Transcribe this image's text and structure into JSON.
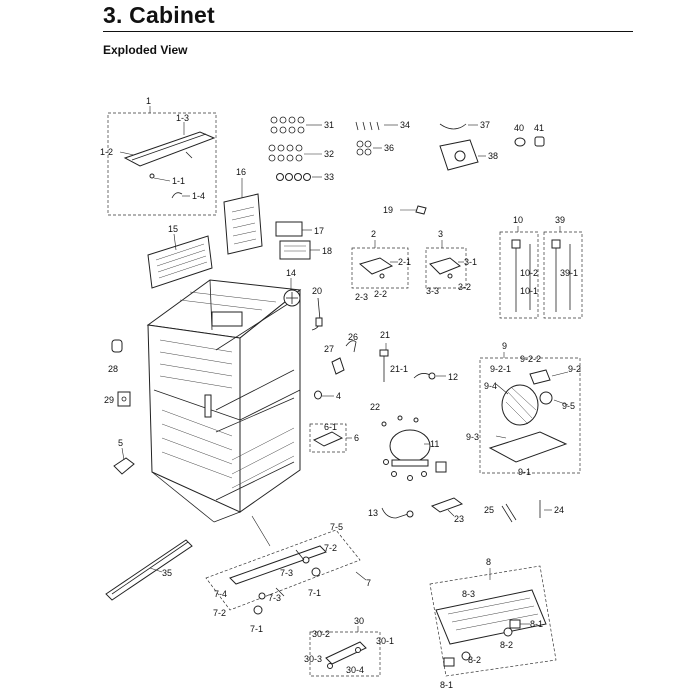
{
  "header": {
    "title": "3.  Cabinet",
    "subtitle": "Exploded View"
  },
  "callouts": {
    "c1": "1",
    "c1_1": "1-1",
    "c1_2": "1-2",
    "c1_3": "1-3",
    "c1_4": "1-4",
    "c2": "2",
    "c2_1": "2-1",
    "c2_2": "2-2",
    "c2_3": "2-3",
    "c3": "3",
    "c3_1": "3-1",
    "c3_2": "3-2",
    "c3_3": "3-3",
    "c4": "4",
    "c5": "5",
    "c6": "6",
    "c6_1": "6-1",
    "c7": "7",
    "c7_1a": "7-1",
    "c7_1b": "7-1",
    "c7_2a": "7-2",
    "c7_2b": "7-2",
    "c7_3a": "7-3",
    "c7_3b": "7-3",
    "c7_4": "7-4",
    "c7_5": "7-5",
    "c8": "8",
    "c8_1a": "8-1",
    "c8_1b": "8-1",
    "c8_2a": "8-2",
    "c8_2b": "8-2",
    "c8_3": "8-3",
    "c9": "9",
    "c9_1": "9-1",
    "c9_2": "9-2",
    "c9_2_1": "9-2-1",
    "c9_2_2": "9-2-2",
    "c9_3": "9-3",
    "c9_4": "9-4",
    "c9_5": "9-5",
    "c10": "10",
    "c10_1": "10-1",
    "c10_2": "10-2",
    "c11": "11",
    "c12": "12",
    "c13": "13",
    "c14": "14",
    "c15": "15",
    "c16": "16",
    "c17": "17",
    "c18": "18",
    "c19": "19",
    "c20": "20",
    "c21": "21",
    "c21_1": "21-1",
    "c22": "22",
    "c23": "23",
    "c24": "24",
    "c25": "25",
    "c26": "26",
    "c27": "27",
    "c28": "28",
    "c29": "29",
    "c30": "30",
    "c30_1": "30-1",
    "c30_2": "30-2",
    "c30_3": "30-3",
    "c30_4": "30-4",
    "c31": "31",
    "c32": "32",
    "c33": "33",
    "c34": "34",
    "c35": "35",
    "c36": "36",
    "c37": "37",
    "c38": "38",
    "c39": "39",
    "c39_1": "39-1",
    "c40": "40",
    "c41": "41"
  }
}
